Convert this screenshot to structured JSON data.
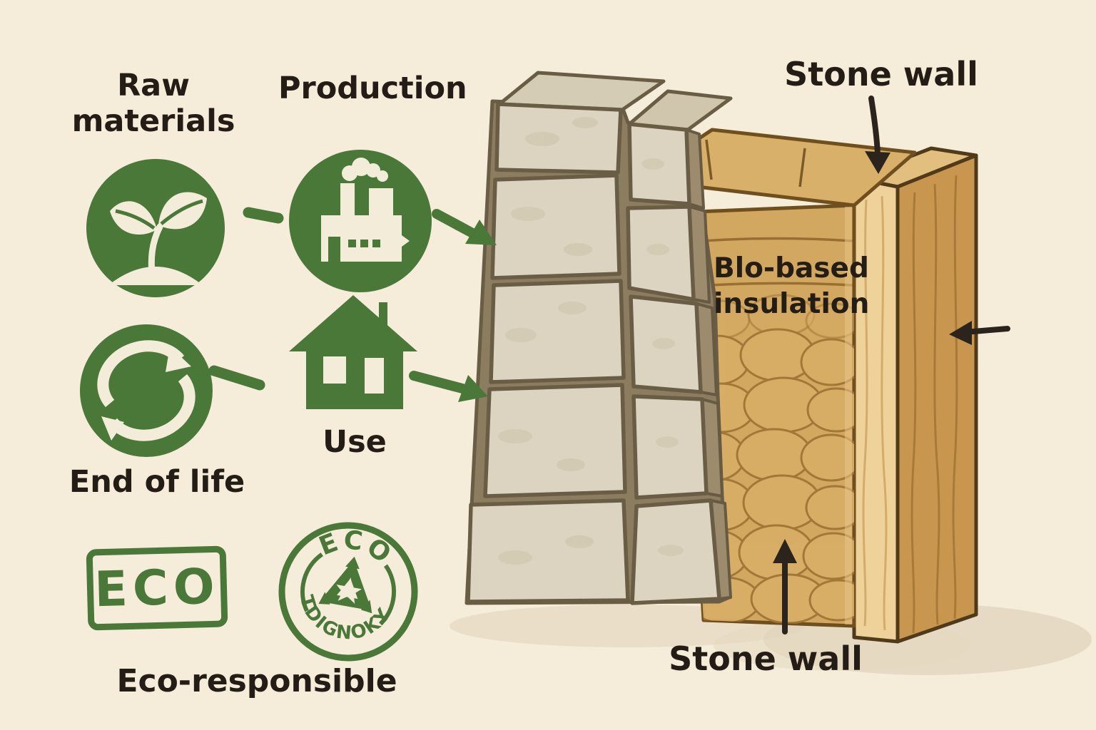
{
  "colors": {
    "background": "#f5ecd9",
    "accent_green": "#4a7839",
    "text_dark": "#241d15",
    "stone": "#dcd4c1",
    "mortar": "#8c7d60",
    "insulation": "#d2a75f",
    "wood_light": "#eed29a",
    "wood_dark": "#c9964f"
  },
  "lifecycle": {
    "raw_materials_label": "Raw\nmaterials",
    "production_label": "Production",
    "use_label": "Use",
    "end_of_life_label": "End of life"
  },
  "eco": {
    "stamp_label": "ECO",
    "badge_top_label": "ECO",
    "badge_bottom_label": "TDIGNOKY",
    "caption": "Eco-responsible"
  },
  "wall": {
    "top_label": "Stone wall",
    "insulation_label": "Blo-based\ninsulation",
    "bottom_label": "Stone wall"
  }
}
